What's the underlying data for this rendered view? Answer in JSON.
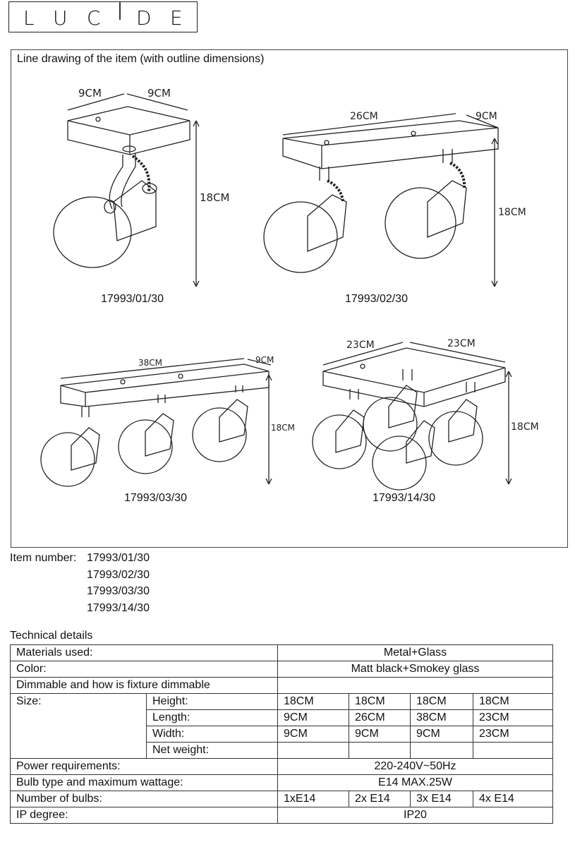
{
  "logo": {
    "letters": [
      "L",
      "U",
      "C",
      "I",
      "D",
      "E"
    ]
  },
  "drawing_title": "Line drawing of the item (with outline dimensions)",
  "drawings": [
    {
      "code": "17993/01/30",
      "dims": [
        "9CM",
        "9CM",
        "18CM"
      ]
    },
    {
      "code": "17993/02/30",
      "dims": [
        "26CM",
        "9CM",
        "18CM"
      ]
    },
    {
      "code": "17993/03/30",
      "dims": [
        "38CM",
        "9CM",
        "18CM"
      ]
    },
    {
      "code": "17993/14/30",
      "dims": [
        "23CM",
        "23CM",
        "18CM"
      ]
    }
  ],
  "item_number_label": "Item number:",
  "item_numbers": [
    "17993/01/30",
    "17993/02/30",
    "17993/03/30",
    "17993/14/30"
  ],
  "tech_title": "Technical details",
  "table": {
    "materials_label": "Materials used:",
    "materials": "Metal+Glass",
    "color_label": "Color:",
    "color": "Matt black+Smokey glass",
    "dimmable_label": "Dimmable and how is fixture dimmable",
    "size_label": "Size:",
    "height_label": "Height:",
    "height": [
      "18CM",
      "18CM",
      "18CM",
      "18CM"
    ],
    "length_label": "Length:",
    "length": [
      "9CM",
      "26CM",
      "38CM",
      "23CM"
    ],
    "width_label": "Width:",
    "width": [
      "9CM",
      "9CM",
      "9CM",
      "23CM"
    ],
    "weight_label": "Net weight:",
    "power_label": "Power requirements:",
    "power": "220-240V~50Hz",
    "bulb_label": "Bulb type and maximum wattage:",
    "bulb": "E14 MAX.25W",
    "bulbs_label": "Number of bulbs:",
    "bulbs": [
      "1xE14",
      "2x E14",
      "3x E14",
      "4x E14"
    ],
    "ip_label": "IP degree:",
    "ip": "IP20"
  }
}
